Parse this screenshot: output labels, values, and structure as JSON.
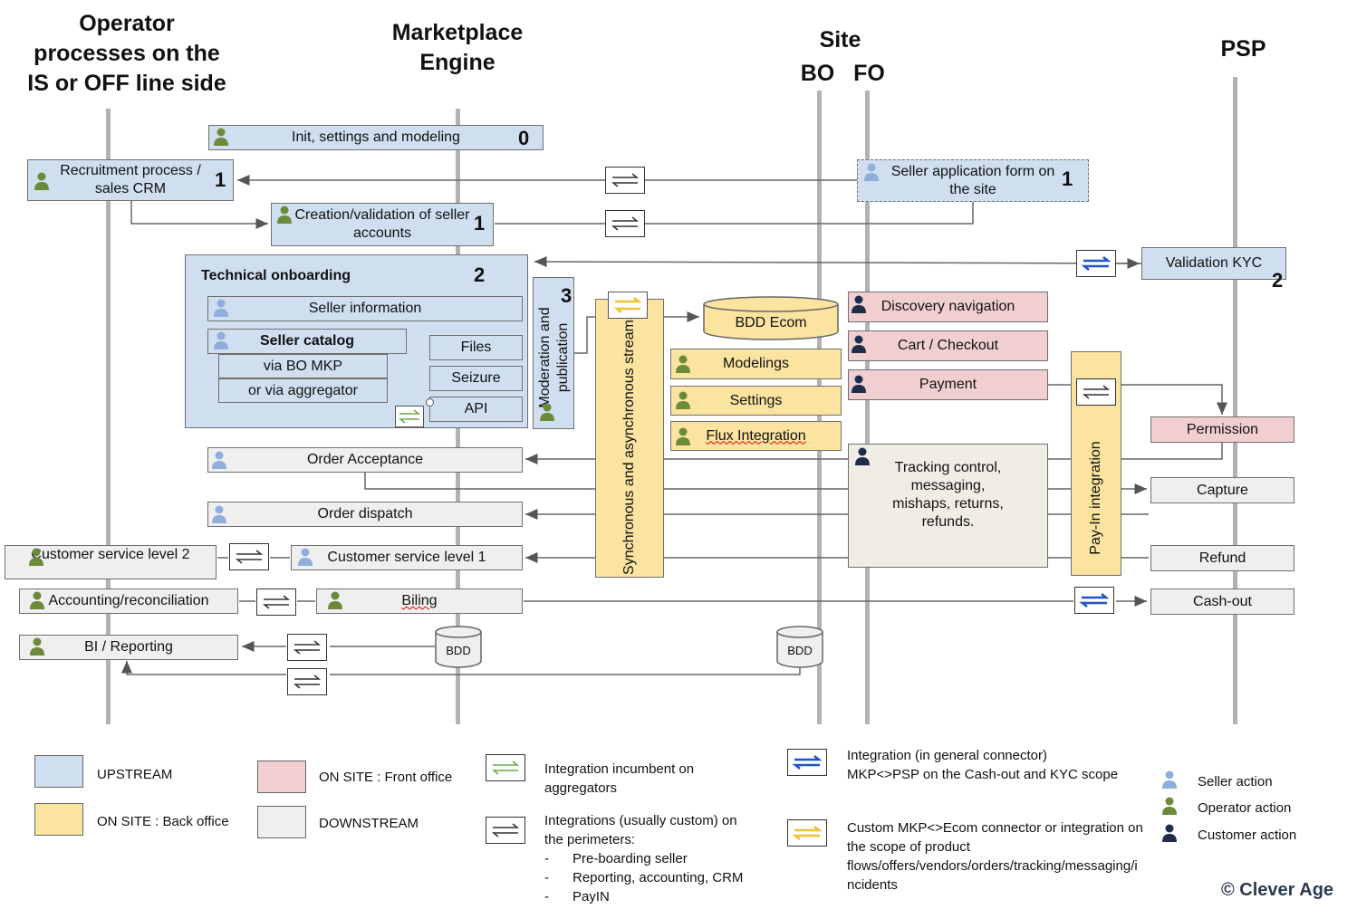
{
  "headers": {
    "operator": [
      "Operator",
      "processes on the",
      "IS or OFF line side"
    ],
    "marketplace": [
      "Marketplace",
      "Engine"
    ],
    "site": "Site",
    "bo": "BO",
    "fo": "FO",
    "psp": "PSP"
  },
  "boxes": {
    "init": "Init, settings and modeling",
    "recruitment": "Recruitment process / sales CRM",
    "seller_form": "Seller application form on the site",
    "creation": "Creation/validation of seller accounts",
    "validation_kyc": "Validation KYC",
    "technical_onboarding": "Technical onboarding",
    "seller_information": "Seller information",
    "seller_catalog": "Seller catalog",
    "via_bo": "via BO MKP",
    "via_aggregator": "or via aggregator",
    "files": "Files",
    "seizure": "Seizure",
    "api": "API",
    "moderation": "Moderation and publication",
    "sync_streams": "Synchronous and asynchronous streams",
    "bdd_ecom": "BDD Ecom",
    "modelings": "Modelings",
    "settings": "Settings",
    "flux_integration": "Flux Integration",
    "discovery": "Discovery navigation",
    "cart": "Cart / Checkout",
    "payment": "Payment",
    "pay_in": "Pay-In integration",
    "permission": "Permission",
    "order_acceptance": "Order Acceptance",
    "tracking": "Tracking control, messaging, mishaps, returns, refunds.",
    "capture": "Capture",
    "order_dispatch": "Order dispatch",
    "cs_level2": "Customer service level 2",
    "cs_level1": "Customer service level 1",
    "refund": "Refund",
    "accounting": "Accounting/reconciliation",
    "billing": "Biling",
    "cashout": "Cash-out",
    "bi": "BI /  Reporting",
    "bdd1": "BDD",
    "bdd2": "BDD"
  },
  "numbers": {
    "init": "0",
    "recruitment": "1",
    "seller_form": "1",
    "creation": "1",
    "onboarding": "2",
    "kyc": "2",
    "moderation": "3"
  },
  "legend": {
    "upstream": "UPSTREAM",
    "on_site_bo": "ON SITE : Back office",
    "on_site_fo": "ON SITE : Front office",
    "downstream": "DOWNSTREAM",
    "aggregators": [
      "Integration incumbent on",
      "aggregators"
    ],
    "custom": [
      "Integrations (usually custom) on",
      "the perimeters:"
    ],
    "custom_items": [
      "Pre-boarding seller",
      "Reporting, accounting, CRM",
      "PayIN"
    ],
    "connector": [
      "Integration (in general connector)",
      "MKP<>PSP on the Cash-out and KYC scope"
    ],
    "ecom": [
      "Custom MKP<>Ecom connector or integration on",
      "the scope of product",
      "flows/offers/vendors/orders/tracking/messaging/i",
      "ncidents"
    ],
    "seller_action": "Seller action",
    "operator_action": "Operator action",
    "customer_action": "Customer action"
  },
  "copyright": "© Clever Age",
  "colors": {
    "upstream": "#cfdff0",
    "back_office": "#fbe3a0",
    "front_office": "#f1cfd1",
    "downstream": "#efefef",
    "seller_icon": "#8faedb",
    "operator_icon": "#6b8a3a",
    "customer_icon": "#1f2d4d",
    "aggregator_arrow": "#6aa84f",
    "connector_arrow": "#1f55c8",
    "ecom_arrow": "#f1c232",
    "lane": "#b2b2b2"
  }
}
